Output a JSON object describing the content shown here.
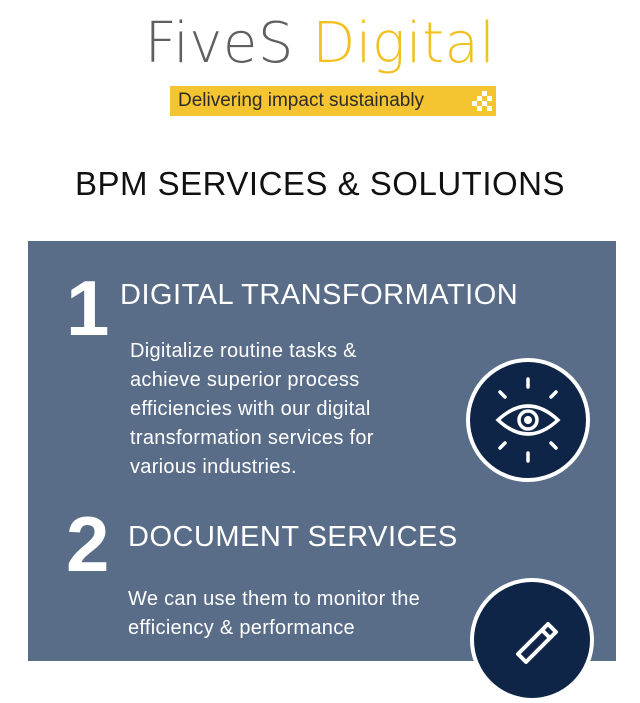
{
  "brand": {
    "name_part1": "FiveS",
    "name_part2": "Digital",
    "tagline": "Delivering impact sustainably"
  },
  "page": {
    "title": "BPM SERVICES & SOLUTIONS"
  },
  "services": [
    {
      "number": "1",
      "title": "DIGITAL TRANSFORMATION",
      "description": "Digitalize routine tasks & achieve superior process efficiencies with our digital transformation services for various industries.",
      "icon": "eye-icon"
    },
    {
      "number": "2",
      "title": "DOCUMENT SERVICES",
      "description": "We can use them to monitor the efficiency & performance",
      "icon": "pencil-icon"
    }
  ],
  "colors": {
    "brand_gray": "#5f5f5f",
    "brand_yellow": "#f2c11f",
    "tagline_bg": "#f5c431",
    "panel_bg": "#5a6d88",
    "icon_bg": "#0f2547"
  }
}
